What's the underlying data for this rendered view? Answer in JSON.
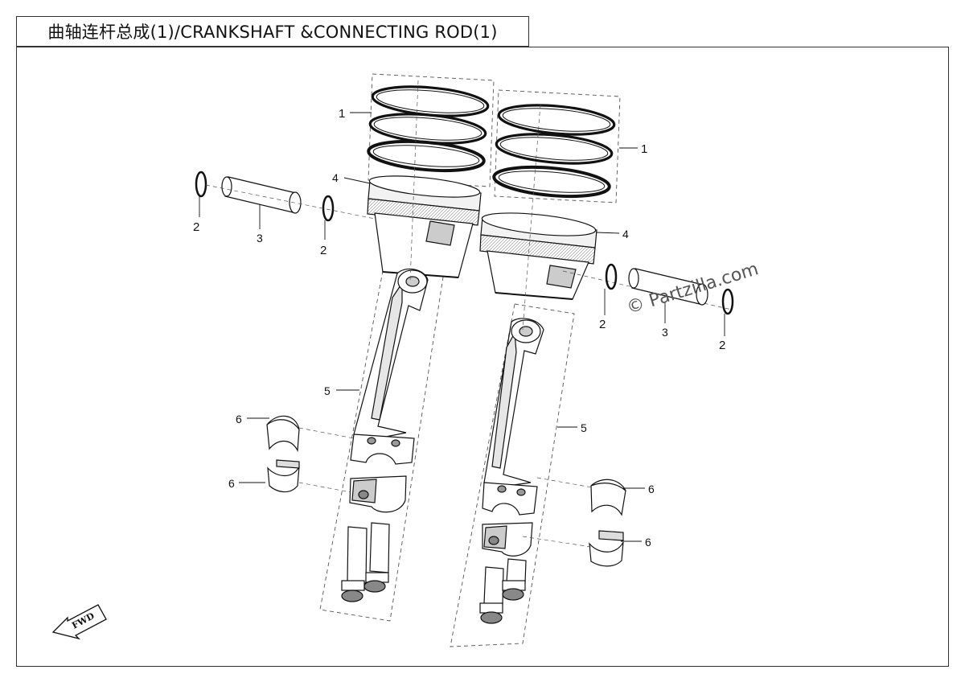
{
  "title": "曲轴连杆总成(1)/CRANKSHAFT &CONNECTING ROD(1)",
  "watermark": "© Partzilla.com",
  "fwd_label": "FWD",
  "callouts": [
    {
      "id": "c1a",
      "label": "1"
    },
    {
      "id": "c1b",
      "label": "1"
    },
    {
      "id": "c2a",
      "label": "2"
    },
    {
      "id": "c2b",
      "label": "2"
    },
    {
      "id": "c2c",
      "label": "2"
    },
    {
      "id": "c2d",
      "label": "2"
    },
    {
      "id": "c3a",
      "label": "3"
    },
    {
      "id": "c3b",
      "label": "3"
    },
    {
      "id": "c4a",
      "label": "4"
    },
    {
      "id": "c4b",
      "label": "4"
    },
    {
      "id": "c5a",
      "label": "5"
    },
    {
      "id": "c5b",
      "label": "5"
    },
    {
      "id": "c6a",
      "label": "6"
    },
    {
      "id": "c6b",
      "label": "6"
    },
    {
      "id": "c6c",
      "label": "6"
    },
    {
      "id": "c6d",
      "label": "6"
    }
  ],
  "colors": {
    "line": "#111111",
    "dash": "#555555",
    "part_fill": "#ffffff",
    "shade": "#d9d9d9"
  }
}
